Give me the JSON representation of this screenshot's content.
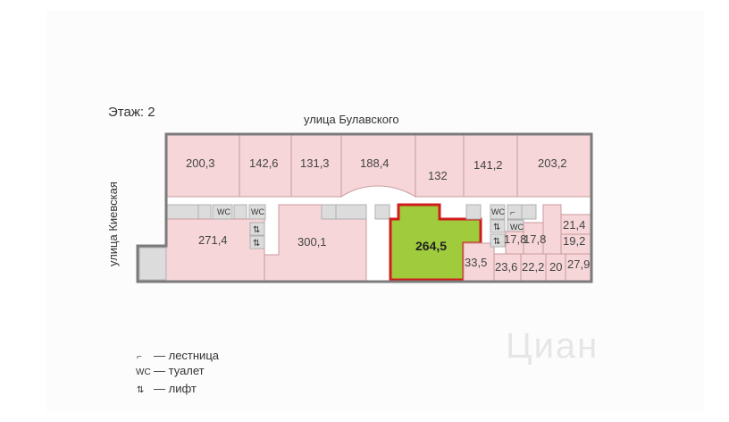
{
  "floor_label": "Этаж: 2",
  "streets": {
    "top": "улица Булавского",
    "left": "улица Киевская"
  },
  "rooms": {
    "r200_3": "200,3",
    "r142_6": "142,6",
    "r131_3": "131,3",
    "r188_4": "188,4",
    "r132": "132",
    "r141_2": "141,2",
    "r203_2": "203,2",
    "r271_4": "271,4",
    "r300_1": "300,1",
    "r264_5": "264,5",
    "r33_5": "33,5",
    "r17_8a": "17,8",
    "r17_8b": "17,8",
    "r21_4": "21,4",
    "r19_2": "19,2",
    "r23_6": "23,6",
    "r22_2": "22,2",
    "r20": "20",
    "r27_9": "27,9"
  },
  "symbols": {
    "wc": "WC",
    "lift": "⇅",
    "stairs": "⌐"
  },
  "legend": {
    "stairs": "— лестница",
    "toilet": "— туалет",
    "lift": "— лифт"
  },
  "watermark": "Циан",
  "colors": {
    "selected_fill": "#9fcb3c",
    "selected_border": "#d01c1c",
    "room_fill": "#f6d6d8"
  }
}
